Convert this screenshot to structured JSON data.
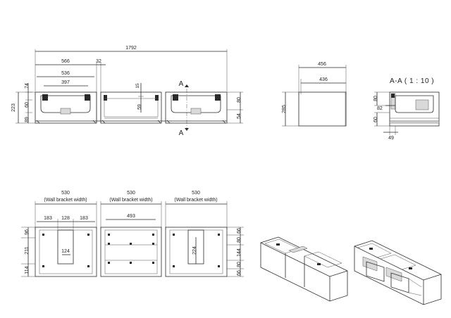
{
  "top_view": {
    "overall_width": "1792",
    "dim_566": "566",
    "dim_32": "32",
    "dim_536": "536",
    "dim_397": "397",
    "dim_15": "15",
    "dim_59": "59",
    "left_74": "74",
    "left_60": "60",
    "left_223": "223",
    "left_89": "89",
    "right_80": "80",
    "right_54": "54",
    "section_mark_top": "A",
    "section_mark_bottom": "A"
  },
  "side_view": {
    "depth_outer": "456",
    "depth_inner": "436",
    "height": "285"
  },
  "section_view": {
    "title": "A-A ( 1 : 10 )",
    "dim_80": "80",
    "dim_82": "82",
    "dim_60": "60",
    "dim_49": "49"
  },
  "back_view": {
    "panels": [
      {
        "width": "530",
        "note": "(Wall bracket width)"
      },
      {
        "width": "530",
        "note": "(Wall bracket width)"
      },
      {
        "width": "530",
        "note": "(Wall bracket width)"
      }
    ],
    "dim_183a": "183",
    "dim_128": "128",
    "dim_183b": "183",
    "dim_493": "493",
    "dim_124": "124",
    "dim_224": "224",
    "left_96": "96",
    "left_211": "211",
    "left_114": "114",
    "right_66a": "66",
    "right_80a": "80",
    "right_144": "144",
    "right_80b": "80",
    "right_66b": "66"
  }
}
